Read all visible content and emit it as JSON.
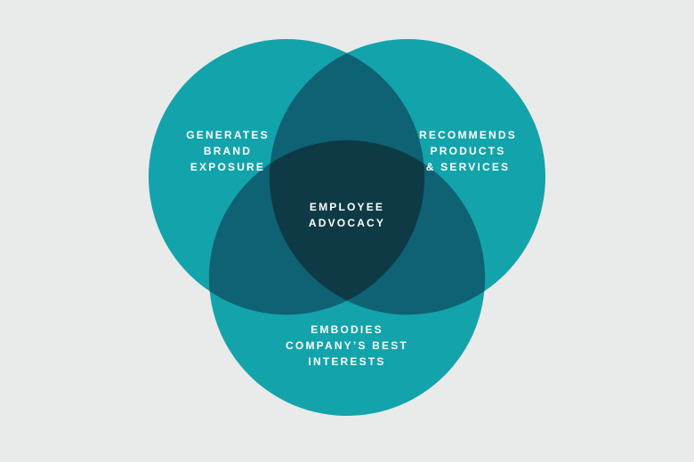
{
  "colors": {
    "background": "#e9eaea",
    "circle_single": "#13a3ab",
    "overlap_double": "#0e6273",
    "overlap_triple": "#0e3a46",
    "label_text": "#ffffff"
  },
  "diagram": {
    "type": "venn",
    "sets": [
      {
        "name": "top-left",
        "label": "GENERATES BRAND EXPOSURE",
        "label_lines": [
          "GENERATES",
          "BRAND",
          "EXPOSURE"
        ]
      },
      {
        "name": "top-right",
        "label": "RECOMMENDS PRODUCTS & SERVICES",
        "label_lines": [
          "RECOMMENDS",
          "PRODUCTS",
          "& SERVICES"
        ]
      },
      {
        "name": "bottom",
        "label": "EMBODIES COMPANY’S BEST INTERESTS",
        "label_lines": [
          "EMBODIES",
          "COMPANY’S BEST",
          "INTERESTS"
        ]
      }
    ],
    "intersection": {
      "label": "EMPLOYEE ADVOCACY",
      "label_lines": [
        "EMPLOYEE",
        "ADVOCACY"
      ]
    }
  }
}
